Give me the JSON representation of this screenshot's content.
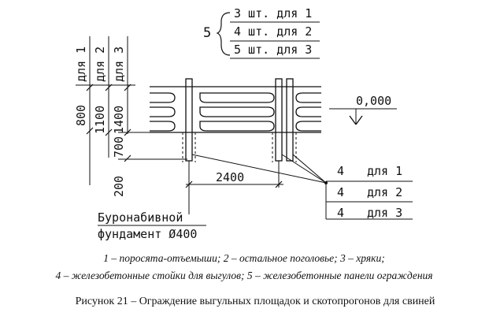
{
  "drawing": {
    "callout_5": {
      "number": "5",
      "rows": [
        "3 шт. для 1",
        "4 шт. для 2",
        "5 шт. для 3"
      ]
    },
    "callout_4": {
      "rows": [
        {
          "qty": "4",
          "label": "для 1"
        },
        {
          "qty": "4",
          "label": "для 2"
        },
        {
          "qty": "4",
          "label": "для 3"
        }
      ]
    },
    "vertical_headers": [
      "для 1",
      "для 2",
      "для 3"
    ],
    "dimensions": {
      "height_1": "800",
      "height_2": "1100",
      "height_3": "1400",
      "embed": "700",
      "base": "200",
      "span": "2400"
    },
    "level_mark": "0,000",
    "foundation_label_line1": "Буронабивной",
    "foundation_label_line2": "фундамент Ø400"
  },
  "legend": {
    "line1": "1 – поросята-отъемыши; 2 – остальное поголовье; 3 – хряки;",
    "line2": "4 – железобетонные стойки для выгулов; 5 – железобетонные панели ограждения"
  },
  "caption": "Рисунок 21 – Ограждение выгульных площадок и скотопрогонов для свиней"
}
